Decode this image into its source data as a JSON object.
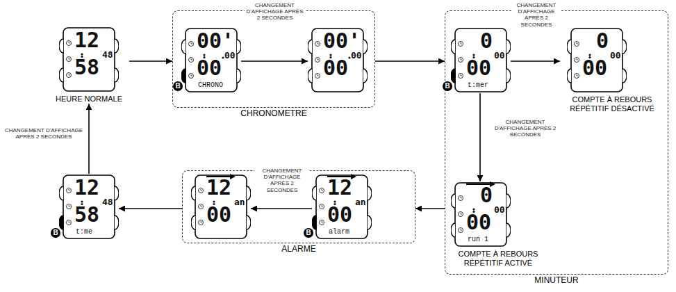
{
  "diagram": {
    "nodes": [
      {
        "text": [
          "12",
          "58",
          "48",
          "HEURE NORMALE"
        ]
      },
      {
        "text": [
          "CHRONOMETRE"
        ]
      },
      {
        "text": [
          "00'",
          "00",
          "00",
          "CHRONO"
        ],
        "in": 1
      },
      {
        "text": [
          "00'",
          "00",
          "00"
        ],
        "in": 1
      },
      {
        "text": [
          "MINUTEUR"
        ]
      },
      {
        "text": [
          "0",
          "00",
          "00",
          "t:mer"
        ],
        "in": 4
      },
      {
        "text": [
          "0",
          "00",
          "00",
          "COMPTE À REBOURS RÉPÉTITIF DÉSACTIVÉ"
        ],
        "in": 4
      },
      {
        "text": [
          "0",
          "00",
          "00",
          "run 1",
          "COMPTE À REBOURS RÉPÉTITIF ACTIVÉ"
        ],
        "in": 4
      },
      {
        "text": [
          "ALARME"
        ]
      },
      {
        "text": [
          "12",
          "00",
          "an",
          "alarm"
        ],
        "in": 8
      },
      {
        "text": [
          "12",
          "00",
          "an"
        ],
        "in": 8
      },
      {
        "text": [
          "12",
          "58",
          "48",
          "t:me"
        ]
      }
    ],
    "edges": [
      {
        "from": 0,
        "to": 1,
        "arrow": "to"
      },
      {
        "from": 2,
        "to": 3,
        "arrow": "to",
        "label": "CHANGEMENT D'AFFICHAGE APRÈS 2 SECONDES"
      },
      {
        "from": 1,
        "to": 4,
        "arrow": "to"
      },
      {
        "from": 5,
        "to": 6,
        "arrow": "to",
        "label": "CHANGEMENT D'AFFICHAGE APRÈS 2 SECONDES"
      },
      {
        "from": 5,
        "to": 7,
        "arrow": "to",
        "label": "CHANGEMENT D'AFFICHAGE APRÈS 2 SECONDES"
      },
      {
        "from": 4,
        "to": 8,
        "arrow": "to"
      },
      {
        "from": 9,
        "to": 10,
        "arrow": "to",
        "label": "CHANGEMENT D'AFFICHAGE APRÈS 2 SECONDES"
      },
      {
        "from": 8,
        "to": 11,
        "arrow": "to"
      },
      {
        "from": 11,
        "to": 0,
        "arrow": "to",
        "label": "CHANGEMENT D'AFFICHAGE APRÈS 2 SECONDES"
      }
    ],
    "labels": [
      "B",
      "B",
      "B",
      "B"
    ]
  }
}
